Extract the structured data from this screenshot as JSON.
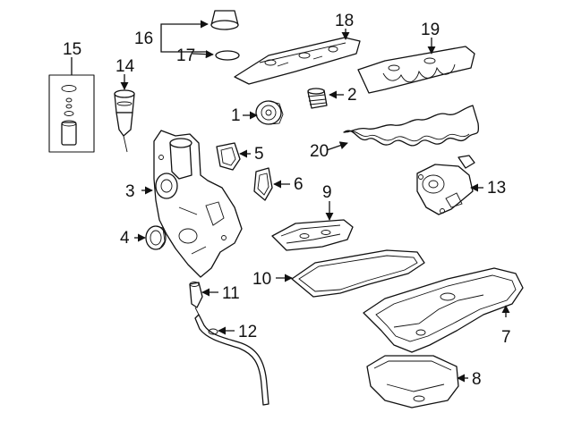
{
  "callouts": {
    "c1": "1",
    "c2": "2",
    "c3": "3",
    "c4": "4",
    "c5": "5",
    "c6": "6",
    "c7": "7",
    "c8": "8",
    "c9": "9",
    "c10": "10",
    "c11": "11",
    "c12": "12",
    "c13": "13",
    "c14": "14",
    "c15": "15",
    "c16": "16",
    "c17": "17",
    "c18": "18",
    "c19": "19",
    "c20": "20"
  },
  "colors": {
    "line": "#111111",
    "background": "#ffffff",
    "shade": "#d8d8d8"
  }
}
